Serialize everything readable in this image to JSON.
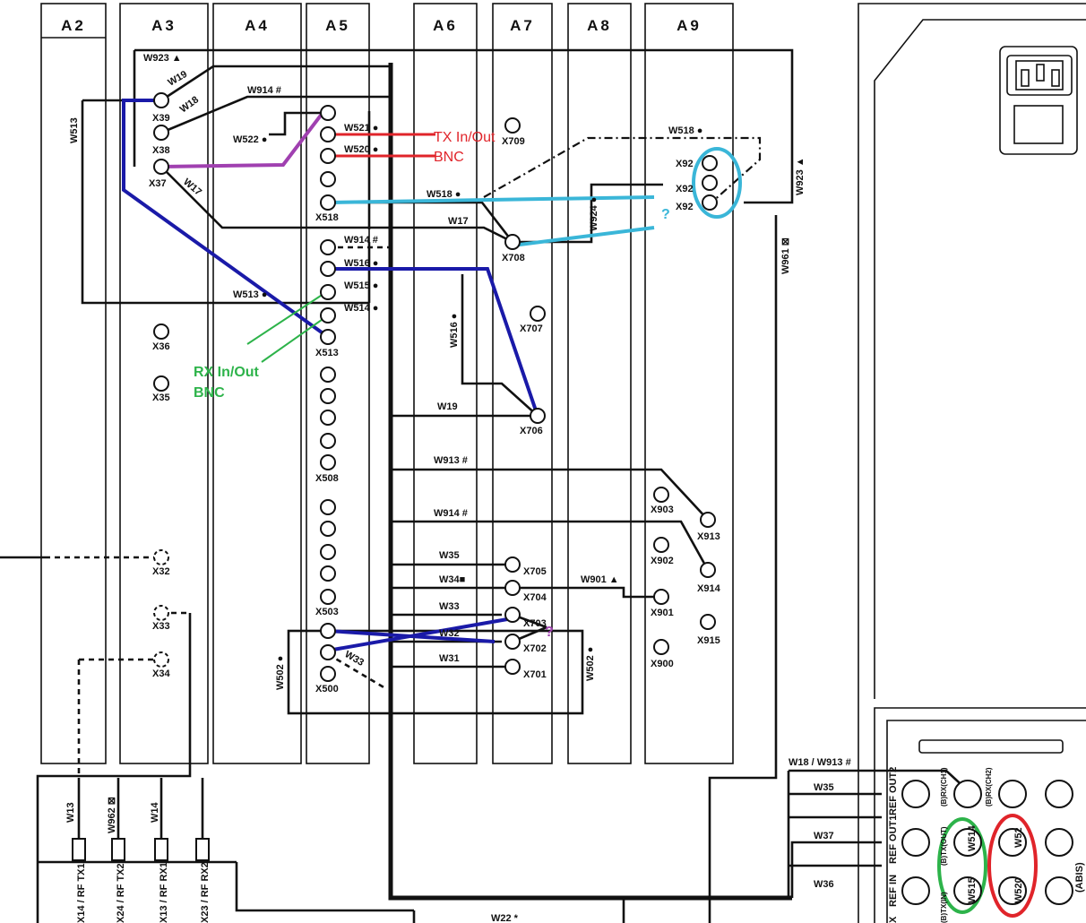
{
  "slots": [
    "A2",
    "A3",
    "A4",
    "A5",
    "A6",
    "A7",
    "A8",
    "A9"
  ],
  "connectors": {
    "x39": "X39",
    "x38": "X38",
    "x37": "X37",
    "x36": "X36",
    "x35": "X35",
    "x32": "X32",
    "x33": "X33",
    "x34": "X34",
    "x518": "X518",
    "x513": "X513",
    "x508": "X508",
    "x503": "X503",
    "x500": "X500",
    "x709": "X709",
    "x708": "X708",
    "x707": "X707",
    "x706": "X706",
    "x705": "X705",
    "x704": "X704",
    "x703": "X703",
    "x702": "X702",
    "x701": "X701",
    "x903": "X903",
    "x913": "X913",
    "x902": "X902",
    "x914": "X914",
    "x901": "X901",
    "x915": "X915",
    "x900": "X900",
    "x921": "X92",
    "x922": "X92",
    "x923": "X92"
  },
  "wires": {
    "w923_top": "W923 ▲",
    "w19_a3": "W19",
    "w18_a3": "W18",
    "w914_top": "W914 #",
    "w513_left": "W513",
    "w522": "W522 ●",
    "w17_a3": "W17",
    "w521": "W521 ●",
    "w520": "W520 ●",
    "w518_a6": "W518 ●",
    "w17_a6": "W17",
    "w914_a5": "W914 #",
    "w516_a5": "W516 ●",
    "w513_a4": "W513 ●",
    "w515_a5": "W515 ●",
    "w514_a5": "W514 ●",
    "w516_vert": "W516 ●",
    "w19_a6": "W19",
    "w913_a6": "W913 #",
    "w914_a6": "W914 #",
    "w35_a6": "W35",
    "w34_a6": "W34■",
    "w33_a6": "W33",
    "w32_a6": "W32",
    "w31_a6": "W31",
    "w901": "W901 ▲",
    "w502_left": "W502 ●",
    "w502_right": "W502 ●",
    "w33_diag": "W33",
    "w518_a9": "W518 ●",
    "w924": "W924 ●",
    "w923_right": "W923 ▲",
    "w961": "W961 ⊠",
    "w18_w913": "W18 / W913 #",
    "w35_b": "W35",
    "w37_b": "W37",
    "w36_b": "W36",
    "w22": "W22 *",
    "w13": "W13",
    "w962": "W962 ⊠",
    "w14": "W14",
    "w514_panel": "W514",
    "w515_panel": "W515",
    "w521_panel": "W52",
    "w520_panel": "W520"
  },
  "bottom_ports": [
    "X14 / RF TX1",
    "X24 / RF TX2",
    "X13 / RF RX1",
    "X23 / RF RX2"
  ],
  "panel_labels": {
    "ref_out2": "REF OUT2",
    "ref_out1": "REF OUT1",
    "ref_in": "REF IN",
    "ch1": "(B)RX(CH1)",
    "ch2": "(B)RX(CH2)",
    "b_out": "(B)TX(OUT)",
    "b_in": "(B)TX(IN)",
    "abis": "(ABIS)",
    "x_left": "X"
  },
  "annotations": {
    "tx_line1": "TX In/Out",
    "tx_line2": "BNC",
    "rx_line1": "RX In/Out",
    "rx_line2": "BNC",
    "q_cyan": "?",
    "q_purple": "?"
  },
  "colors": {
    "tx_red": "#e0242a",
    "rx_green": "#2db34a",
    "cyan": "#3ab6d8",
    "purple": "#a040b0",
    "navy": "#1a1aa8",
    "ink": "#111111"
  }
}
